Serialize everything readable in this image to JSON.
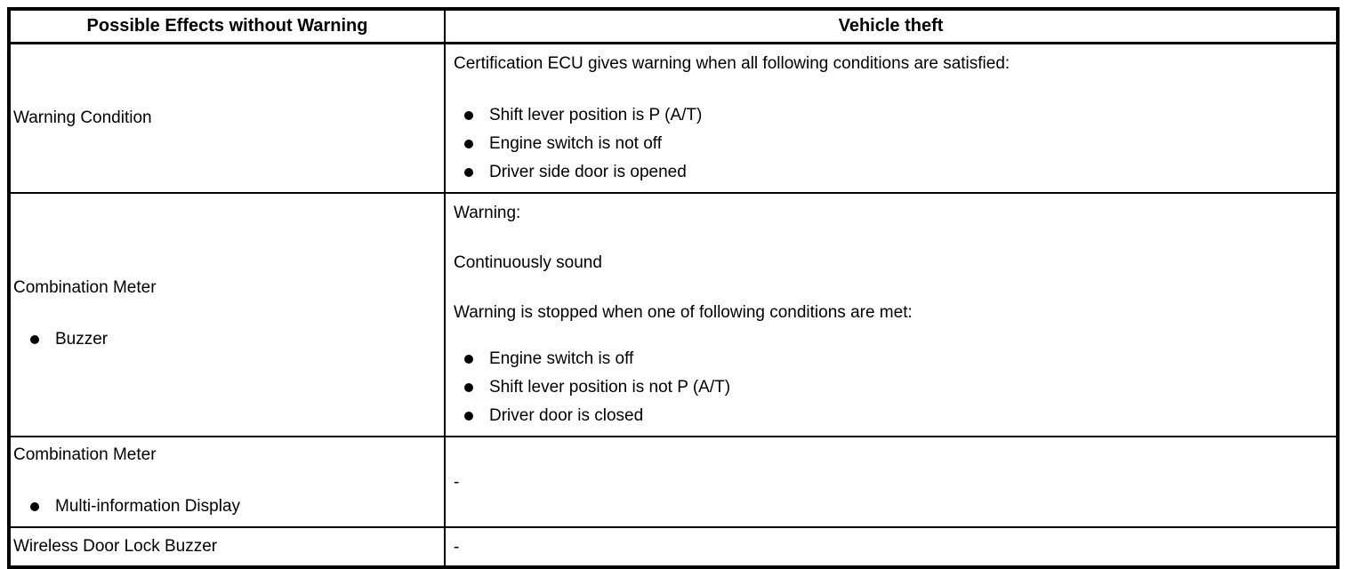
{
  "table": {
    "colors": {
      "border": "#000000",
      "background": "#ffffff",
      "text": "#000000"
    },
    "header": {
      "col1": "Possible Effects without Warning",
      "col2": "Vehicle theft"
    },
    "rows": [
      {
        "left": {
          "title": "Warning Condition"
        },
        "right": {
          "paragraphs": [
            "Certification ECU gives warning when all following conditions are satisfied:"
          ],
          "bullets": [
            "Shift lever position is P (A/T)",
            "Engine switch is not off",
            "Driver side door is opened"
          ]
        }
      },
      {
        "left": {
          "title": "Combination Meter",
          "bullets": [
            "Buzzer"
          ]
        },
        "right": {
          "paragraphs": [
            "Warning:",
            "Continuously sound",
            "Warning is stopped when one of following conditions are met:"
          ],
          "bullets": [
            "Engine switch is off",
            "Shift lever position is not P (A/T)",
            "Driver door is closed"
          ]
        }
      },
      {
        "left": {
          "title": "Combination Meter",
          "bullets": [
            "Multi-information Display"
          ]
        },
        "right": {
          "paragraphs": [
            "-"
          ]
        }
      },
      {
        "left": {
          "title": "Wireless Door Lock Buzzer"
        },
        "right": {
          "paragraphs": [
            "-"
          ]
        }
      }
    ]
  }
}
